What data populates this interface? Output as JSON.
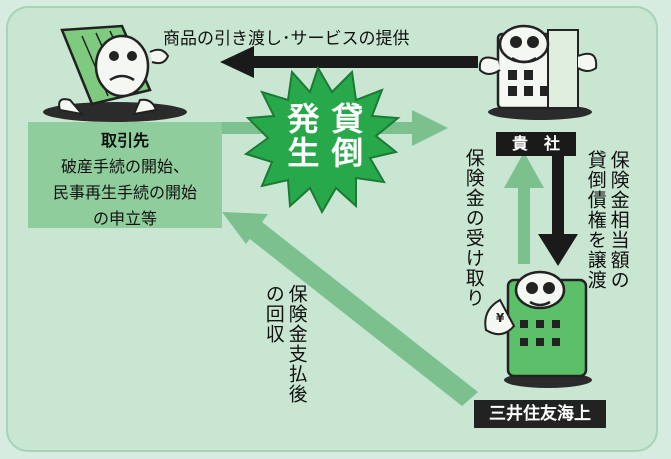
{
  "top_arrow_label": "商品の引き渡し･サービスの提供",
  "customer": {
    "title": "取引先",
    "lines": [
      "破産手続の開始、",
      "民事再生手続の開始",
      "の申立等"
    ]
  },
  "burst": {
    "line1": "貸倒",
    "line2": "発生"
  },
  "company_label": "貴　社",
  "insurance_received": "保険金の受け取り",
  "claim_transfer": "保険金相当額の貸倒債権を譲渡",
  "recovery": "保険金支払後の回収",
  "insurer": "三井住友海上",
  "colors": {
    "background": "#c9e6d2",
    "box_green": "#8fce9c",
    "arrow_dark": "#1a1a1a",
    "arrow_green": "#7cc08e",
    "burst_green": "#27a84a"
  }
}
